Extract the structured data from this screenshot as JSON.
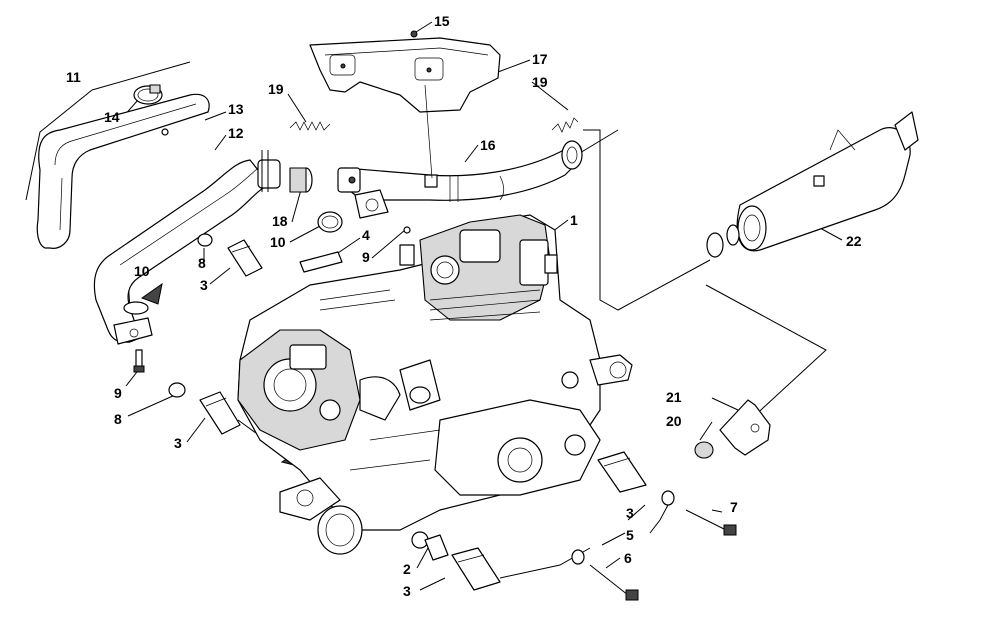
{
  "diagram": {
    "callouts": [
      {
        "id": "c1",
        "text": "1"
      },
      {
        "id": "c2",
        "text": "2"
      },
      {
        "id": "c3a",
        "text": "3"
      },
      {
        "id": "c3b",
        "text": "3"
      },
      {
        "id": "c3c",
        "text": "3"
      },
      {
        "id": "c3d",
        "text": "3"
      },
      {
        "id": "c4",
        "text": "4"
      },
      {
        "id": "c5",
        "text": "5"
      },
      {
        "id": "c6",
        "text": "6"
      },
      {
        "id": "c7",
        "text": "7"
      },
      {
        "id": "c8a",
        "text": "8"
      },
      {
        "id": "c8b",
        "text": "8"
      },
      {
        "id": "c9a",
        "text": "9"
      },
      {
        "id": "c9b",
        "text": "9"
      },
      {
        "id": "c10a",
        "text": "10"
      },
      {
        "id": "c10b",
        "text": "10"
      },
      {
        "id": "c11",
        "text": "11"
      },
      {
        "id": "c12",
        "text": "12"
      },
      {
        "id": "c13",
        "text": "13"
      },
      {
        "id": "c14",
        "text": "14"
      },
      {
        "id": "c15",
        "text": "15"
      },
      {
        "id": "c16",
        "text": "16"
      },
      {
        "id": "c17",
        "text": "17"
      },
      {
        "id": "c18",
        "text": "18"
      },
      {
        "id": "c19a",
        "text": "19"
      },
      {
        "id": "c19b",
        "text": "19"
      },
      {
        "id": "c20",
        "text": "20"
      },
      {
        "id": "c21",
        "text": "21"
      },
      {
        "id": "c22",
        "text": "22"
      }
    ]
  }
}
